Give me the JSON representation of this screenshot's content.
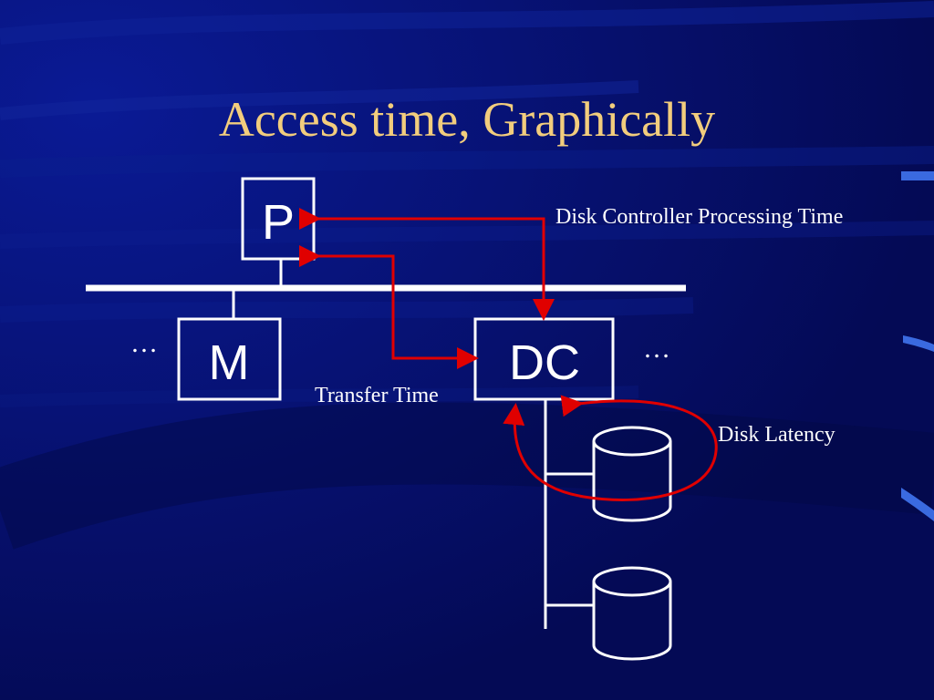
{
  "slide": {
    "title": "Access time, Graphically"
  },
  "diagram": {
    "nodes": {
      "processor": "P",
      "memory": "M",
      "disk_controller": "DC"
    },
    "ellipsis_left": "…",
    "ellipsis_right": "…",
    "labels": {
      "controller_time": "Disk Controller Processing Time",
      "transfer_time": "Transfer Time",
      "disk_latency": "Disk Latency"
    }
  },
  "colors": {
    "background": "#050d6a",
    "title": "#f2cd7d",
    "lines": "#ffffff",
    "arrows": "#e00000"
  }
}
